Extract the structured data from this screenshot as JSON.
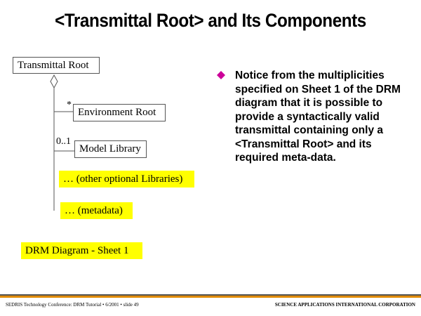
{
  "title": "<Transmittal Root> and Its Components",
  "diagram": {
    "root": "Transmittal Root",
    "env_root": "Environment Root",
    "env_mult": "*",
    "model_lib": "Model Library",
    "model_mult": "0..1",
    "other_libs": "… (other optional Libraries)",
    "metadata": "… (metadata)",
    "caption": "DRM Diagram - Sheet 1"
  },
  "bullet": "Notice from the multiplicities specified on Sheet 1 of the DRM diagram that it is possible to provide a syntactically valid transmittal containing only a <Transmittal Root> and its required meta-data.",
  "colors": {
    "bullet": "#cc0099",
    "highlight": "#ffff00",
    "rule_dark": "#555555",
    "rule_orange": "#e08a00"
  },
  "footer": {
    "left": "SEDRIS Technology Conference: DRM Tutorial • 6/2001 • slide 49",
    "right": "SCIENCE APPLICATIONS INTERNATIONAL CORPORATION"
  }
}
